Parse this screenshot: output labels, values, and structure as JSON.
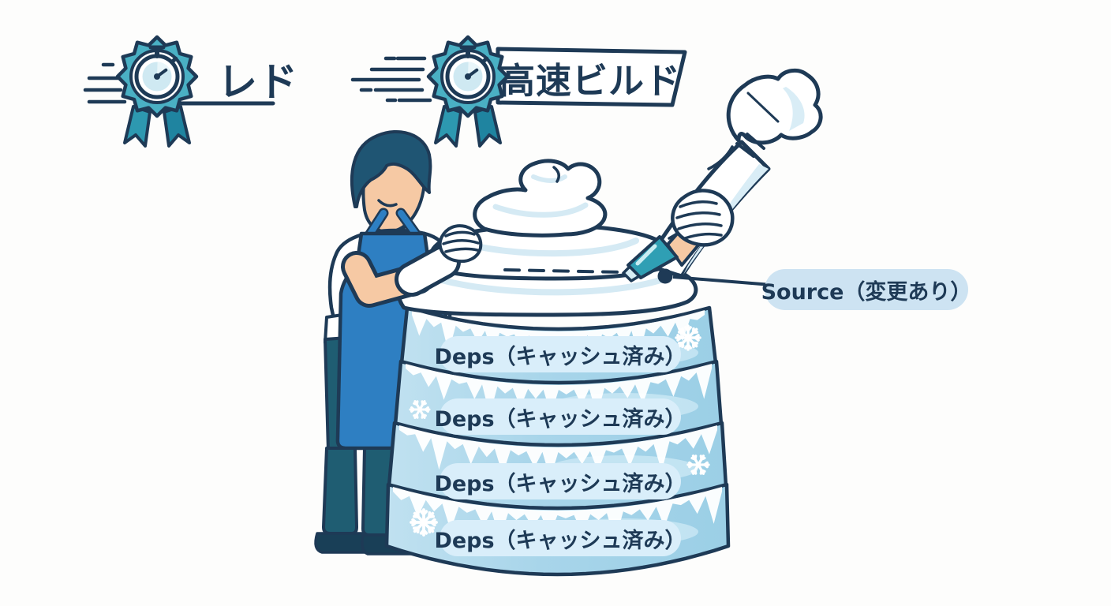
{
  "colors": {
    "outline": "#1e3a56",
    "badgeTeal": "#4ab0c4",
    "badgeTealDark": "#2389a5",
    "ribbonLeft": "#2d98b0",
    "ribbonRight": "#1f84a0",
    "watchFace": "#cfe9f2",
    "watchWedge": "#e9f6fa",
    "cakeBlue": "#a8d5ea",
    "cakeBlueLight": "#cdeaf6",
    "icicle": "#ffffff",
    "pillBg": "#d9eefa",
    "sourcePillBg": "#cde3f2",
    "apron": "#2e7fc2",
    "pants": "#1f5d72",
    "shoes": "#193f57",
    "skin": "#f6c9a4",
    "hair": "#1f5573",
    "glove": "#ffffff",
    "cream": "#ffffff",
    "creamShade": "#d5eaf4",
    "nozzle": "#2f9fb4",
    "bagShade": "#d9edf6",
    "background": "#fdfdfc"
  },
  "badges": {
    "left": {
      "icon": "stopwatch-rosette-icon",
      "label": "レド"
    },
    "main": {
      "icon": "stopwatch-rosette-icon",
      "banner_label": "高速ビルド"
    }
  },
  "callout": {
    "source_label": "Source（変更あり）"
  },
  "cake": {
    "layers": [
      {
        "label": "Deps（キャッシュ済み）",
        "snowflake_side": "right"
      },
      {
        "label": "Deps（キャッシュ済み）",
        "snowflake_side": "left"
      },
      {
        "label": "Deps（キャッシュ済み）",
        "snowflake_side": "right"
      },
      {
        "label": "Deps（キャッシュ済み）",
        "snowflake_side": "left"
      }
    ]
  },
  "icons": [
    "stopwatch-rosette-icon",
    "speed-lines-icon",
    "snowflake-icon",
    "piping-bag-icon",
    "frosting-swirl-icon",
    "baker-figure",
    "callout-dot"
  ]
}
